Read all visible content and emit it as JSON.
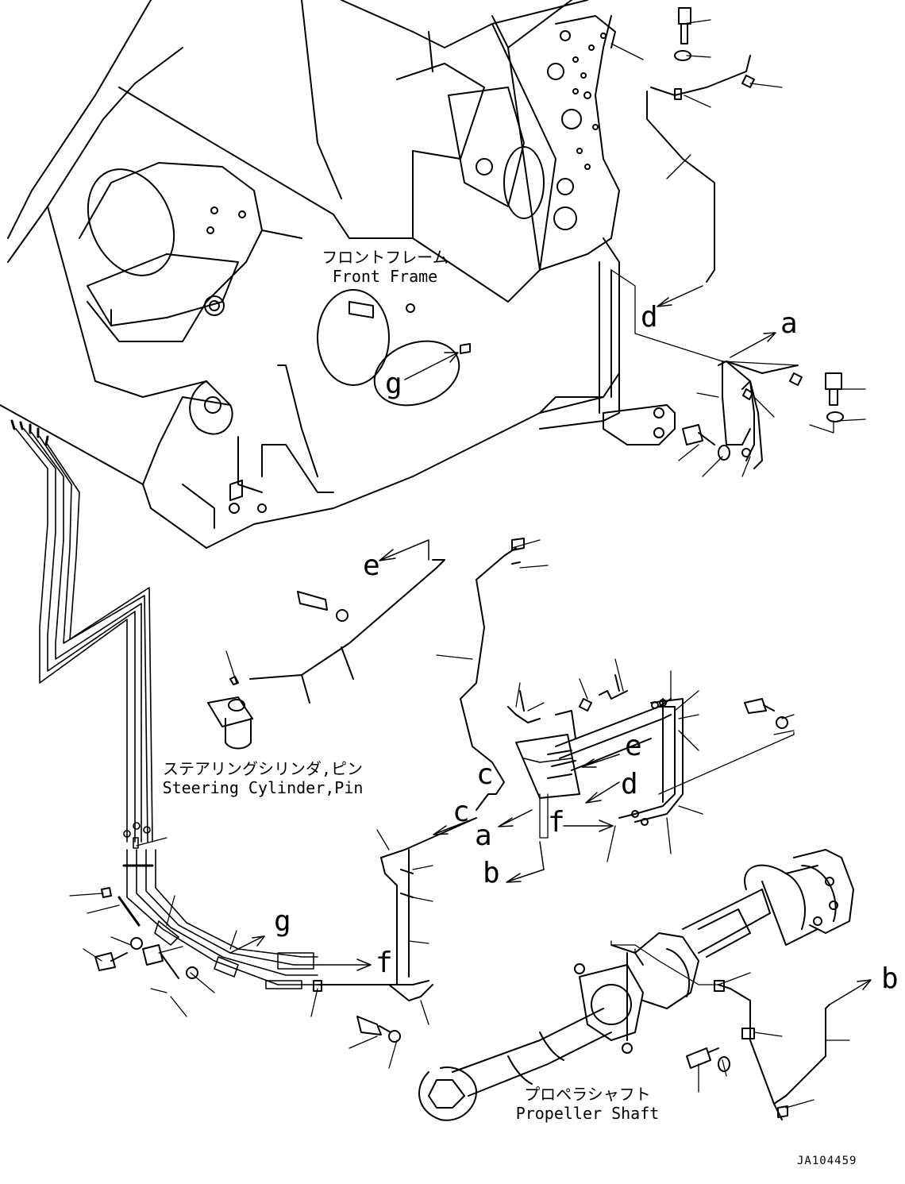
{
  "labels": {
    "front_frame_jp": "フロントフレーム",
    "front_frame_en": "Front Frame",
    "steering_jp": "ステアリングシリンダ,ピン",
    "steering_en": "Steering Cylinder,Pin",
    "propeller_jp": "プロペラシャフト",
    "propeller_en": "Propeller Shaft"
  },
  "callouts": {
    "a1": "a",
    "a2": "a",
    "b1": "b",
    "b2": "b",
    "c1": "c",
    "c2": "c",
    "d1": "d",
    "d2": "d",
    "e1": "e",
    "e2": "e",
    "f1": "f",
    "f2": "f",
    "g1": "g",
    "g2": "g"
  },
  "doc_id": "JA104459"
}
